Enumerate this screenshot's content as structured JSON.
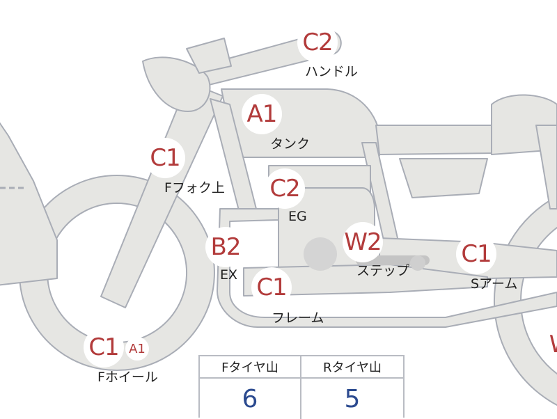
{
  "parts": [
    {
      "id": "handle",
      "grade": "C2",
      "label": "ハンドル"
    },
    {
      "id": "tank",
      "grade": "A1",
      "label": "タンク"
    },
    {
      "id": "ffork",
      "grade": "C1",
      "label": "Fフォク上"
    },
    {
      "id": "eg",
      "grade": "C2",
      "label": "EG"
    },
    {
      "id": "ex",
      "grade": "B2",
      "label": "EX"
    },
    {
      "id": "step",
      "grade": "W2",
      "label": "ステップ"
    },
    {
      "id": "frame",
      "grade": "C1",
      "label": "フレーム"
    },
    {
      "id": "sarm",
      "grade": "C1",
      "label": "Sアーム"
    },
    {
      "id": "fwheel",
      "grade": "C1",
      "grade2": "A1",
      "label": "Fホイール"
    },
    {
      "id": "rwheel",
      "grade": "W"
    }
  ],
  "tire_table": {
    "front_header": "Fタイヤ山",
    "rear_header": "Rタイヤ山",
    "front_value": "6",
    "rear_value": "5"
  },
  "colors": {
    "body": "#e6e6e3",
    "outline": "#a9adb6",
    "grade": "#b23b3b",
    "value": "#2b4a8f",
    "engine": "#d4d4d4"
  }
}
